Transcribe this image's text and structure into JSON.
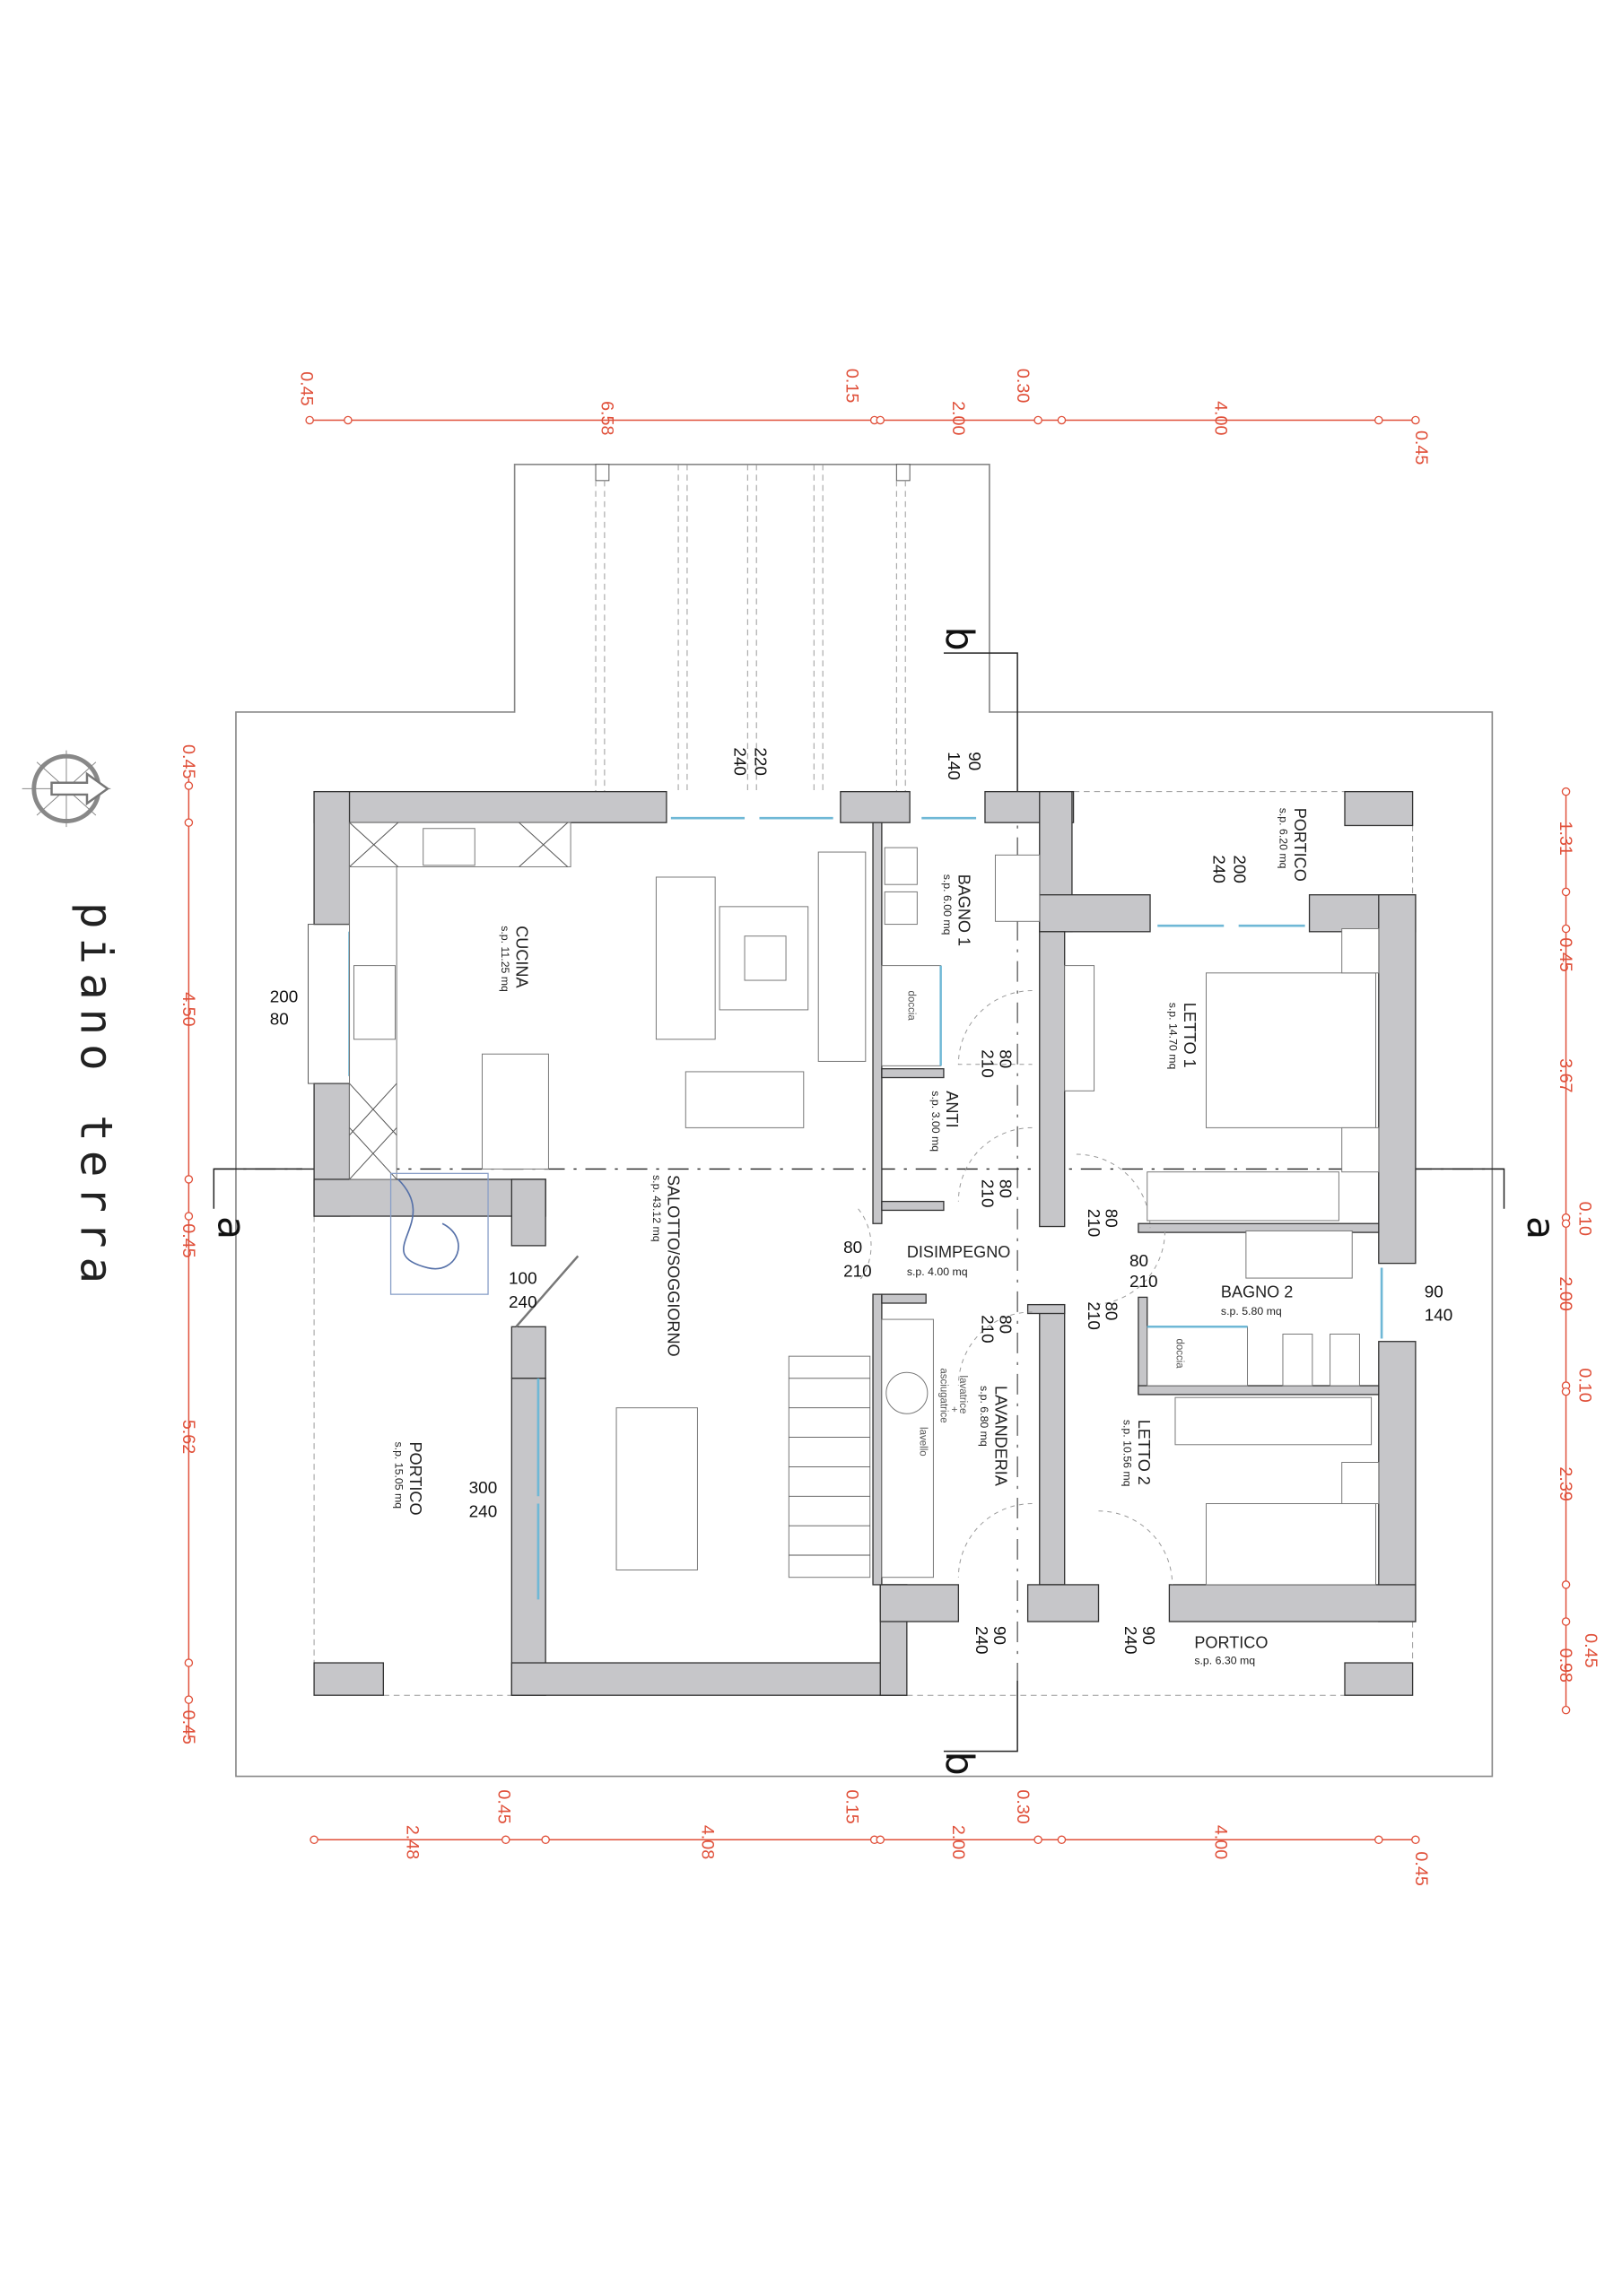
{
  "title": "piano terra",
  "section_markers": {
    "a_left": "a",
    "a_right": "a",
    "b_top": "b",
    "b_bottom": "b"
  },
  "dimensions": {
    "top": [
      "0.45",
      "6.58",
      "0.15",
      "2.00",
      "0.30",
      "4.00",
      "0.45"
    ],
    "bottom": [
      "2.48",
      "0.45",
      "4.08",
      "0.15",
      "2.00",
      "0.30",
      "4.00",
      "0.45"
    ],
    "left": [
      "0.45",
      "4.50",
      "0.45",
      "5.62",
      "0.45"
    ],
    "right": [
      "1.31",
      "0.45",
      "3.67",
      "0.10",
      "2.00",
      "0.10",
      "2.39",
      "0.45",
      "0.98"
    ]
  },
  "rooms": {
    "cucina": {
      "name": "CUCINA",
      "area": "s.p. 11.25 mq"
    },
    "salotto": {
      "name": "SALOTTO/SOGGIORNO",
      "area": "s.p. 43.12 mq"
    },
    "bagno1": {
      "name": "BAGNO 1",
      "area": "s.p. 6.00 mq"
    },
    "anti": {
      "name": "ANTI",
      "area": "s.p. 3.00 mq"
    },
    "disimpegno": {
      "name": "DISIMPEGNO",
      "area": "s.p. 4.00 mq"
    },
    "lavanderia": {
      "name": "LAVANDERIA",
      "area": "s.p. 6.80 mq"
    },
    "letto1": {
      "name": "LETTO 1",
      "area": "s.p. 14.70 mq"
    },
    "letto2": {
      "name": "LETTO 2",
      "area": "s.p. 10.56 mq"
    },
    "bagno2": {
      "name": "BAGNO 2",
      "area": "s.p. 5.80 mq"
    },
    "portico_ne": {
      "name": "PORTICO",
      "area": "s.p. 6.20 mq"
    },
    "portico_w": {
      "name": "PORTICO",
      "area": "s.p. 15.05 mq"
    },
    "portico_se": {
      "name": "PORTICO",
      "area": "s.p. 6.30 mq"
    }
  },
  "fixtures": {
    "doccia1": "doccia",
    "doccia2": "doccia",
    "lavatrice": "lavatrice",
    "plus": "+",
    "asciugatrice": "asciugatrice",
    "lavello": "lavello"
  },
  "openings": {
    "top_window_w": "220",
    "top_window_h": "240",
    "bagno1_window_w": "90",
    "bagno1_window_h": "140",
    "letto1_window_w": "200",
    "letto1_window_h": "240",
    "kitchen_window_w": "200",
    "kitchen_window_h": "80",
    "salotto_door_w": "100",
    "salotto_door_h": "240",
    "salotto_window_w": "300",
    "salotto_window_h": "240",
    "bagno2_window_w": "90",
    "bagno2_window_h": "140",
    "door_bagno1_w": "80",
    "door_bagno1_h": "210",
    "door_anti_w": "80",
    "door_anti_h": "210",
    "door_dis_w": "80",
    "door_dis_h": "210",
    "door_letto1_w": "80",
    "door_letto1_h": "210",
    "door_bagno2_w": "80",
    "door_bagno2_h": "210",
    "door_letto2_w": "80",
    "door_letto2_h": "210",
    "door_lav_w": "80",
    "door_lav_h": "210",
    "lav_ext_w": "90",
    "lav_ext_h": "240",
    "letto2_ext_w": "90",
    "letto2_ext_h": "240"
  },
  "colors": {
    "dimension": "#e0503a",
    "wall": "#c6c6c9",
    "glass": "#6fb8d6"
  }
}
